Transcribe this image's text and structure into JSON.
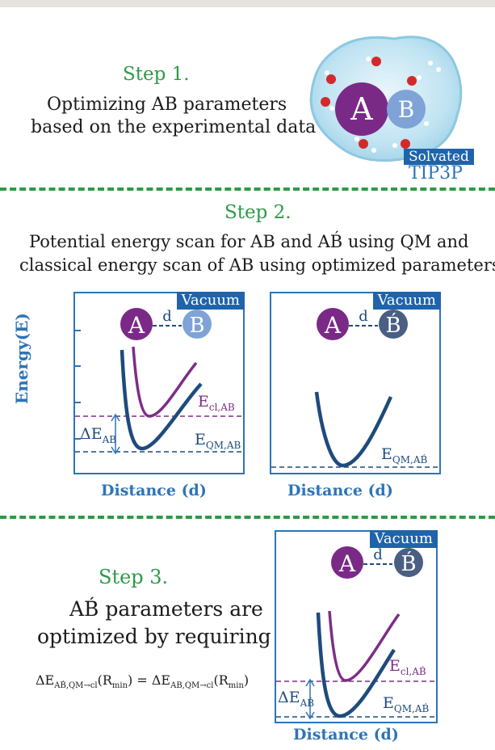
{
  "step1": {
    "title": "Step 1.",
    "line1": "Optimizing AB parameters",
    "line2": "based on the experimental data",
    "atom_a": "A",
    "atom_b": "B",
    "solvated_label": "Solvated",
    "water_model": "TIP3P"
  },
  "step2": {
    "title": "Step 2.",
    "line1": "Potential energy scan for AB and AB́ using QM and",
    "line2": "classical energy scan of AB using optimized parameters",
    "y_axis_label": "Energy(E)",
    "panel_left": {
      "tag": "Vacuum",
      "atom_a": "A",
      "atom_b": "B",
      "bond": "d",
      "e_cl_main": "E",
      "e_cl_sub": "cl,AB",
      "e_qm_main": "E",
      "e_qm_sub": "QM,AB",
      "delta_main": "ΔE",
      "delta_sub": "AB",
      "x_label": "Distance (d)"
    },
    "panel_right": {
      "tag": "Vacuum",
      "atom_a": "A",
      "atom_b": "B́",
      "bond": "d",
      "e_qm_main": "E",
      "e_qm_sub": "QM,AB́",
      "x_label": "Distance (d)"
    }
  },
  "step3": {
    "title": "Step 3.",
    "line1": "AB́ parameters are",
    "line2": "optimized by requiring",
    "equation": {
      "lhs_main": "ΔE",
      "lhs_sub": "AB́,QM→cl",
      "rmin_open": "(R",
      "rmin_sub": "min",
      "rmin_close": ")",
      "equals": "=",
      "rhs_main": "ΔE",
      "rhs_sub": "AB,QM→cl"
    },
    "panel": {
      "tag": "Vacuum",
      "atom_a": "A",
      "atom_b": "B́",
      "bond": "d",
      "e_cl_main": "E",
      "e_cl_sub": "cl,AB́",
      "e_qm_main": "E",
      "e_qm_sub": "QM,AB́",
      "delta_main": "ΔE",
      "delta_sub": "AB́",
      "x_label": "Distance (d)"
    }
  },
  "colors": {
    "green": "#2e9a46",
    "panel_blue": "#2d74b6",
    "dark_curve": "#1e4b7c",
    "purple_curve": "#7d2d86",
    "atom_a": "#7a2a86",
    "atom_b_light": "#7fa3d6",
    "atom_b_dark": "#4a5f82"
  }
}
